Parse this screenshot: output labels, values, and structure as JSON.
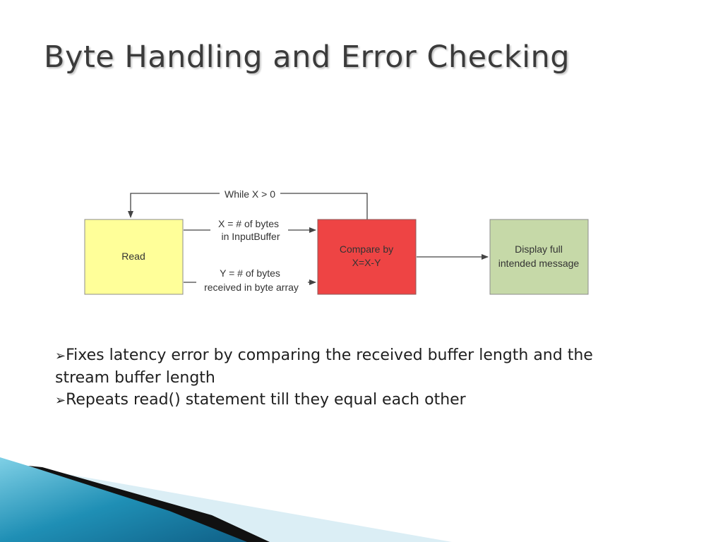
{
  "slide": {
    "title": "Byte Handling and Error Checking"
  },
  "diagram": {
    "nodes": [
      {
        "id": "read",
        "label": "Read",
        "fill": "#ffff99"
      },
      {
        "id": "compare",
        "lines": [
          "Compare by",
          "X=X-Y"
        ],
        "fill": "#ee4444"
      },
      {
        "id": "display",
        "lines": [
          "Display full",
          "intended message"
        ],
        "fill": "#c6d9a8"
      }
    ],
    "edges": {
      "loop_label": "While X > 0",
      "x_label": [
        "X = # of bytes",
        "in InputBuffer"
      ],
      "y_label": [
        "Y = # of bytes",
        "received in byte array"
      ]
    }
  },
  "bullets": [
    {
      "marker": "➢",
      "text": "Fixes latency error by comparing the received buffer length and the stream buffer length"
    },
    {
      "marker": "➢",
      "text": "Repeats read() statement till they equal each other"
    }
  ],
  "colors": {
    "title": "#3b3b3b",
    "edge": "#444444",
    "accent_blue": "#1f8fb5"
  }
}
